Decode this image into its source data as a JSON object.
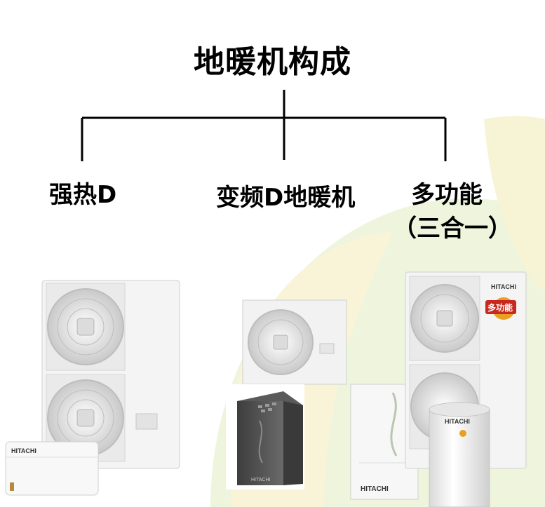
{
  "title": "地暖机构成",
  "branches": [
    {
      "label": "强热D"
    },
    {
      "label": "变频D地暖机"
    },
    {
      "label": "多功能",
      "sub": "（三合一）"
    }
  ],
  "products": {
    "brand": "HITACHI",
    "badge": "多功能"
  },
  "colors": {
    "bg_green": "#eaf3d6",
    "bg_yellow": "#fbf3d2",
    "line": "#000000",
    "unit_white": "#f7f7f7",
    "dark_unit": "#4a4a4a",
    "badge_orange": "#e8a020"
  }
}
